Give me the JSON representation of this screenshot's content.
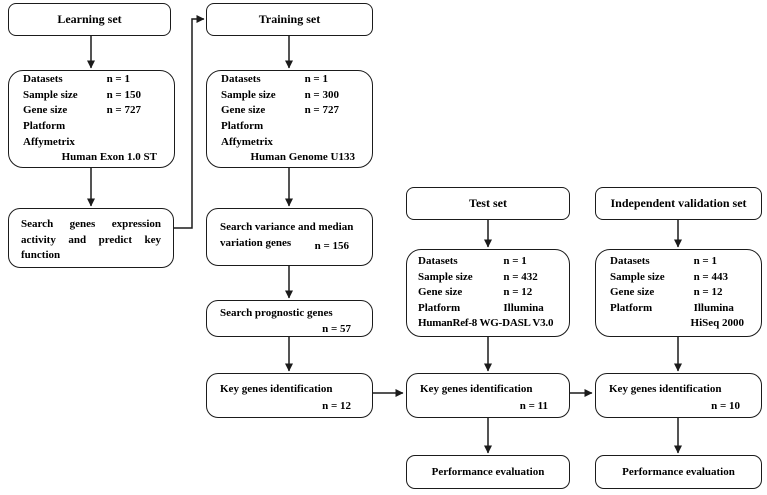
{
  "colors": {
    "background": "#ffffff",
    "box_fill": "#ffffff",
    "line": "#1b1b1b",
    "text": "#000000"
  },
  "learning": {
    "header": "Learning set",
    "details": {
      "rows": [
        {
          "label": "Datasets",
          "value": "n = 1"
        },
        {
          "label": "Sample size",
          "value": "n = 150"
        },
        {
          "label": "Gene size",
          "value": "n = 727"
        },
        {
          "label": "Platform",
          "value": ""
        },
        {
          "label": "Affymetrix",
          "value": ""
        }
      ],
      "footer": "Human Exon 1.0 ST"
    },
    "process": "Search genes expression activity and predict key function"
  },
  "training": {
    "header": "Training set",
    "details": {
      "rows": [
        {
          "label": "Datasets",
          "value": "n = 1"
        },
        {
          "label": "Sample size",
          "value": "n = 300"
        },
        {
          "label": "Gene size",
          "value": "n = 727"
        },
        {
          "label": "Platform",
          "value": ""
        },
        {
          "label": "Affymetrix",
          "value": ""
        }
      ],
      "footer": "Human Genome U133"
    },
    "variance_step": {
      "label": "Search variance and median variation genes",
      "value": "n = 156"
    },
    "prognostic_step": {
      "label": "Search prognostic genes",
      "value": "n = 57"
    },
    "key_genes": {
      "label": "Key genes identification",
      "value": "n = 12"
    }
  },
  "test": {
    "header": "Test set",
    "details": {
      "rows": [
        {
          "label": "Datasets",
          "value": "n = 1"
        },
        {
          "label": "Sample size",
          "value": "n = 432"
        },
        {
          "label": "Gene size",
          "value": "n = 12"
        },
        {
          "label": "Platform",
          "value": "Illumina"
        }
      ],
      "footer": "HumanRef-8 WG-DASL V3.0"
    },
    "key_genes": {
      "label": "Key genes identification",
      "value": "n = 11"
    },
    "performance": "Performance evaluation"
  },
  "validation": {
    "header": "Independent validation set",
    "details": {
      "rows": [
        {
          "label": "Datasets",
          "value": "n = 1"
        },
        {
          "label": "Sample size",
          "value": "n = 443"
        },
        {
          "label": "Gene size",
          "value": "n = 12"
        },
        {
          "label": "Platform",
          "value": "Illumina"
        }
      ],
      "footer": "HiSeq 2000"
    },
    "key_genes": {
      "label": "Key genes identification",
      "value": "n = 10"
    },
    "performance": "Performance evaluation"
  }
}
